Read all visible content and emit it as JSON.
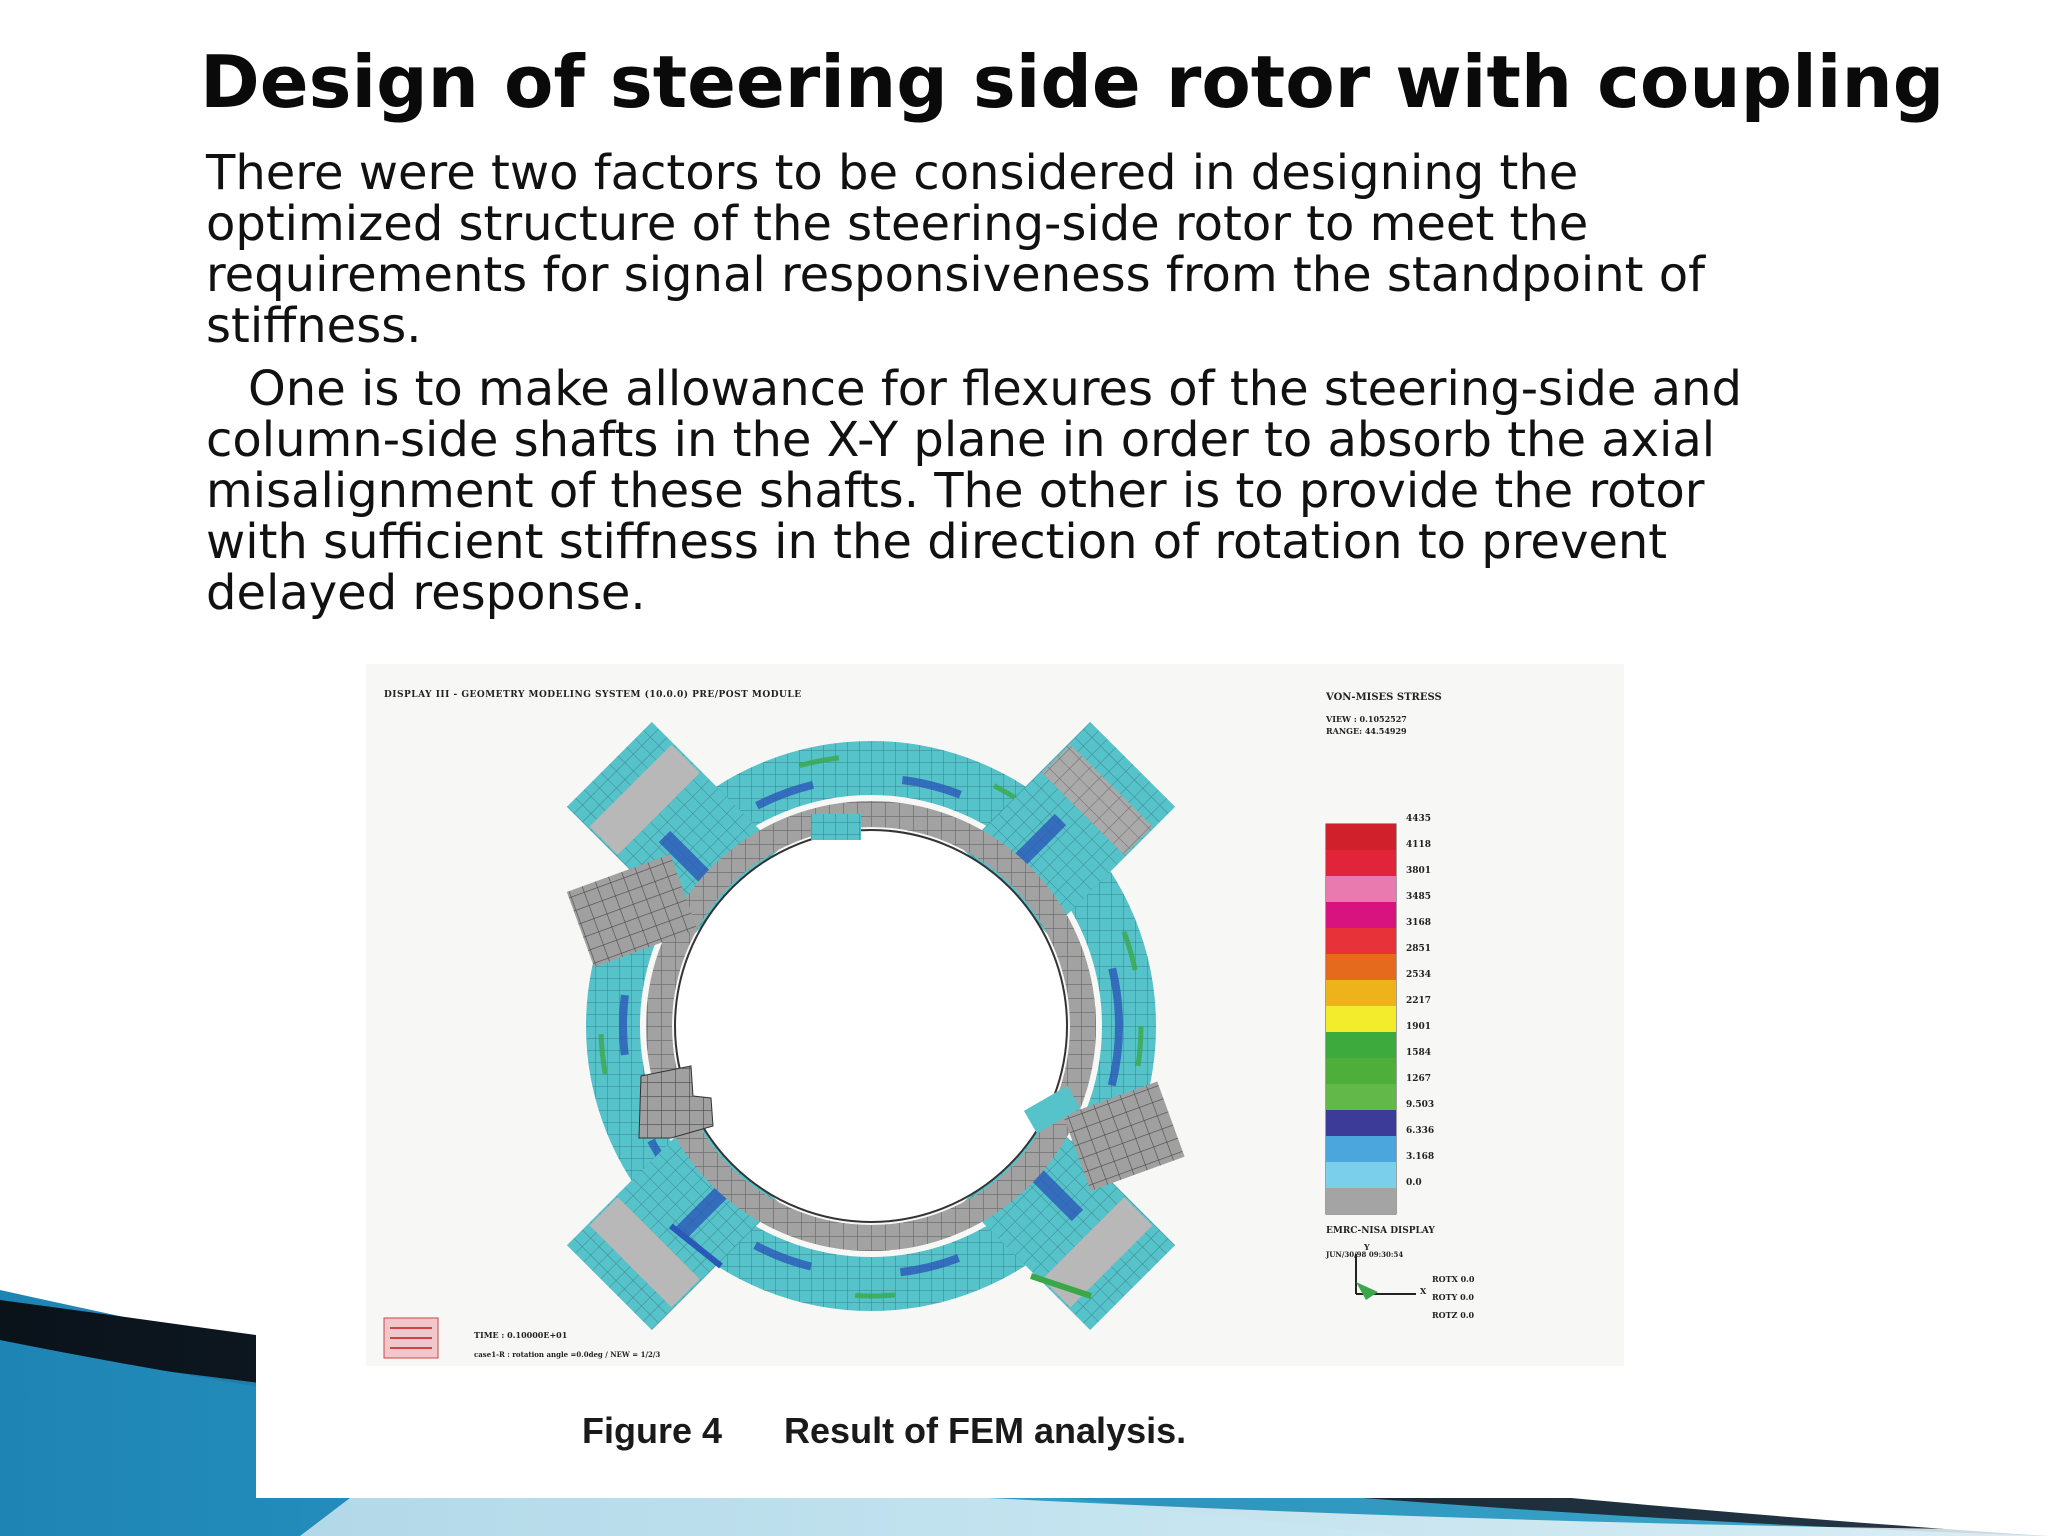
{
  "slide": {
    "title": "Design of steering side rotor with coupling",
    "paragraph1": [
      "There were two factors to be considered in designing the",
      "optimized structure of the steering-side rotor to meet the",
      "requirements for signal responsiveness from the standpoint of",
      "stiffness."
    ],
    "paragraph2": [
      "One is to make allowance for flexures of the steering-side and",
      "column-side shafts in the X-Y plane in order to absorb the axial",
      "misalignment of these shafts. The other is to provide the rotor",
      "with sufficient stiffness in the direction of rotation to prevent",
      "delayed response."
    ]
  },
  "figure": {
    "header": "DISPLAY III - GEOMETRY MODELING SYSTEM (10.0.0) PRE/POST MODULE",
    "legend_title": "VON-MISES STRESS",
    "view_line": "VIEW : 0.1052527",
    "range_line": "RANGE: 44.54929",
    "legend_labels": [
      "4435",
      "4118",
      "3801",
      "3485",
      "3168",
      "2851",
      "2534",
      "2217",
      "1901",
      "1584",
      "1267",
      "9.503",
      "6.336",
      "3.168",
      "0.0"
    ],
    "legend_colors": [
      "#d0202c",
      "#e2243a",
      "#e87ab0",
      "#d8127e",
      "#e8323a",
      "#e66a1e",
      "#eeb21a",
      "#f2ec2c",
      "#3caa3c",
      "#4eae3a",
      "#62b848",
      "#3c3c98",
      "#4aa6dc",
      "#7ad0ea",
      "#a4a4a4"
    ],
    "display_label": "EMRC-NISA DISPLAY",
    "display_date": "JUN/30/98 09:30:54",
    "axis_y": "Y",
    "axis_x": "X",
    "rotations": [
      "ROTX 0.0",
      "ROTY 0.0",
      "ROTZ 0.0"
    ],
    "time_line": "TIME : 0.10000E+01",
    "case_line": "case1-R : rotation angle =0.0deg / NEW = 1/2/3",
    "caption_number": "Figure 4",
    "caption_text": "Result of FEM analysis."
  },
  "colors": {
    "deco_cyan": "#2a9bc9",
    "deco_dark": "#0f1a24",
    "mesh_cyan": "#56c2c9",
    "mesh_blue": "#2a58b8",
    "mesh_gray": "#9a9a9a"
  }
}
